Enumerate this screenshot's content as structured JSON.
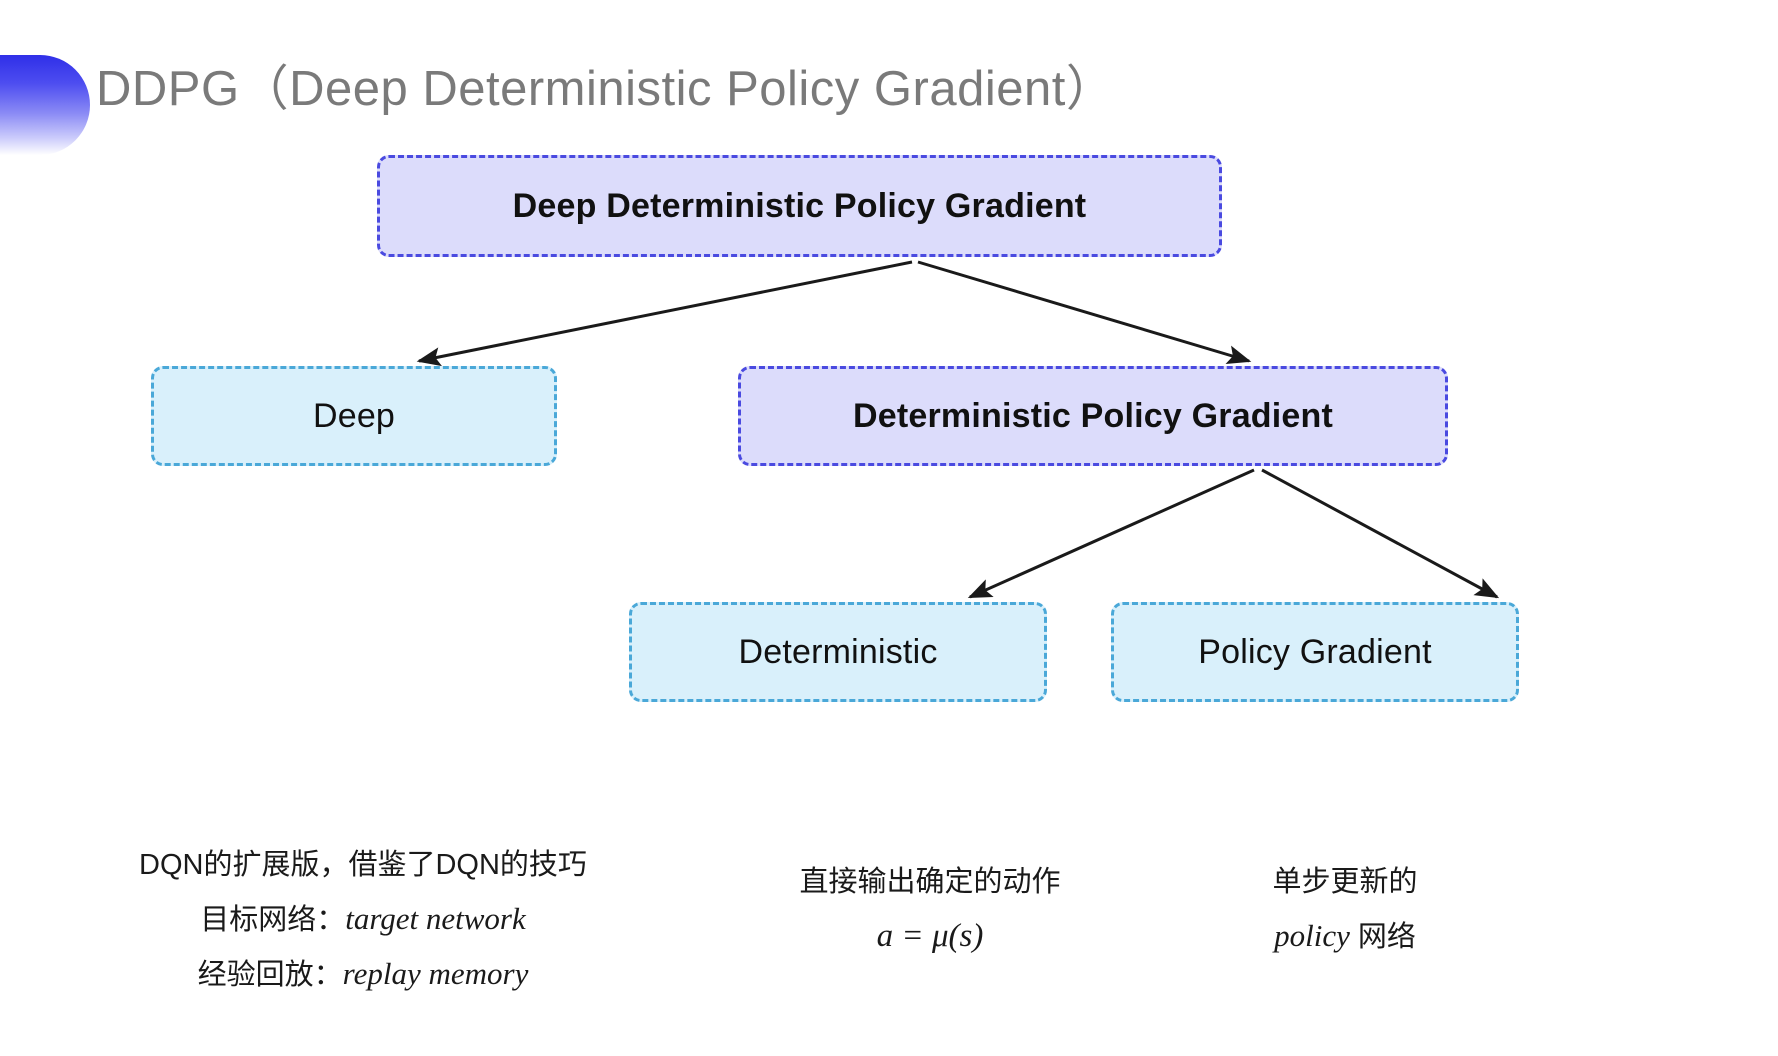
{
  "slide": {
    "title": "DDPG（Deep Deterministic Policy Gradient）",
    "background_color": "#ffffff",
    "title_color": "#7a7a7a"
  },
  "decoration": {
    "shape": "half-circle-gradient",
    "gradient_from": "#2f2fe8",
    "gradient_to": "#ffffff"
  },
  "colors": {
    "lavender_fill": "#dcdcfb",
    "lavender_border": "#4a4ae0",
    "cyan_fill": "#d9f0fb",
    "cyan_border": "#4aa8d8",
    "arrow": "#1a1a1a",
    "text": "#111111"
  },
  "diagram": {
    "type": "tree",
    "nodes": [
      {
        "id": "root",
        "label": "Deep Deterministic Policy Gradient",
        "style": "lavender"
      },
      {
        "id": "deep",
        "label": "Deep",
        "style": "cyan"
      },
      {
        "id": "dpg",
        "label": "Deterministic Policy Gradient",
        "style": "lavender"
      },
      {
        "id": "det",
        "label": "Deterministic",
        "style": "cyan"
      },
      {
        "id": "pg",
        "label": "Policy Gradient",
        "style": "cyan"
      }
    ],
    "edges": [
      {
        "from": "root",
        "to": "deep"
      },
      {
        "from": "root",
        "to": "dpg"
      },
      {
        "from": "dpg",
        "to": "det"
      },
      {
        "from": "dpg",
        "to": "pg"
      }
    ]
  },
  "annotations": {
    "deep": {
      "line1": "DQN的扩展版，借鉴了DQN的技巧",
      "line2_label": "目标网络：",
      "line2_term": "target network",
      "line3_label": "经验回放：",
      "line3_term": "replay memory"
    },
    "deterministic": {
      "line1": "直接输出确定的动作",
      "formula": "a = μ(s)"
    },
    "policy_gradient": {
      "line1": "单步更新的",
      "line2_term": "policy",
      "line2_suffix": " 网络"
    }
  }
}
